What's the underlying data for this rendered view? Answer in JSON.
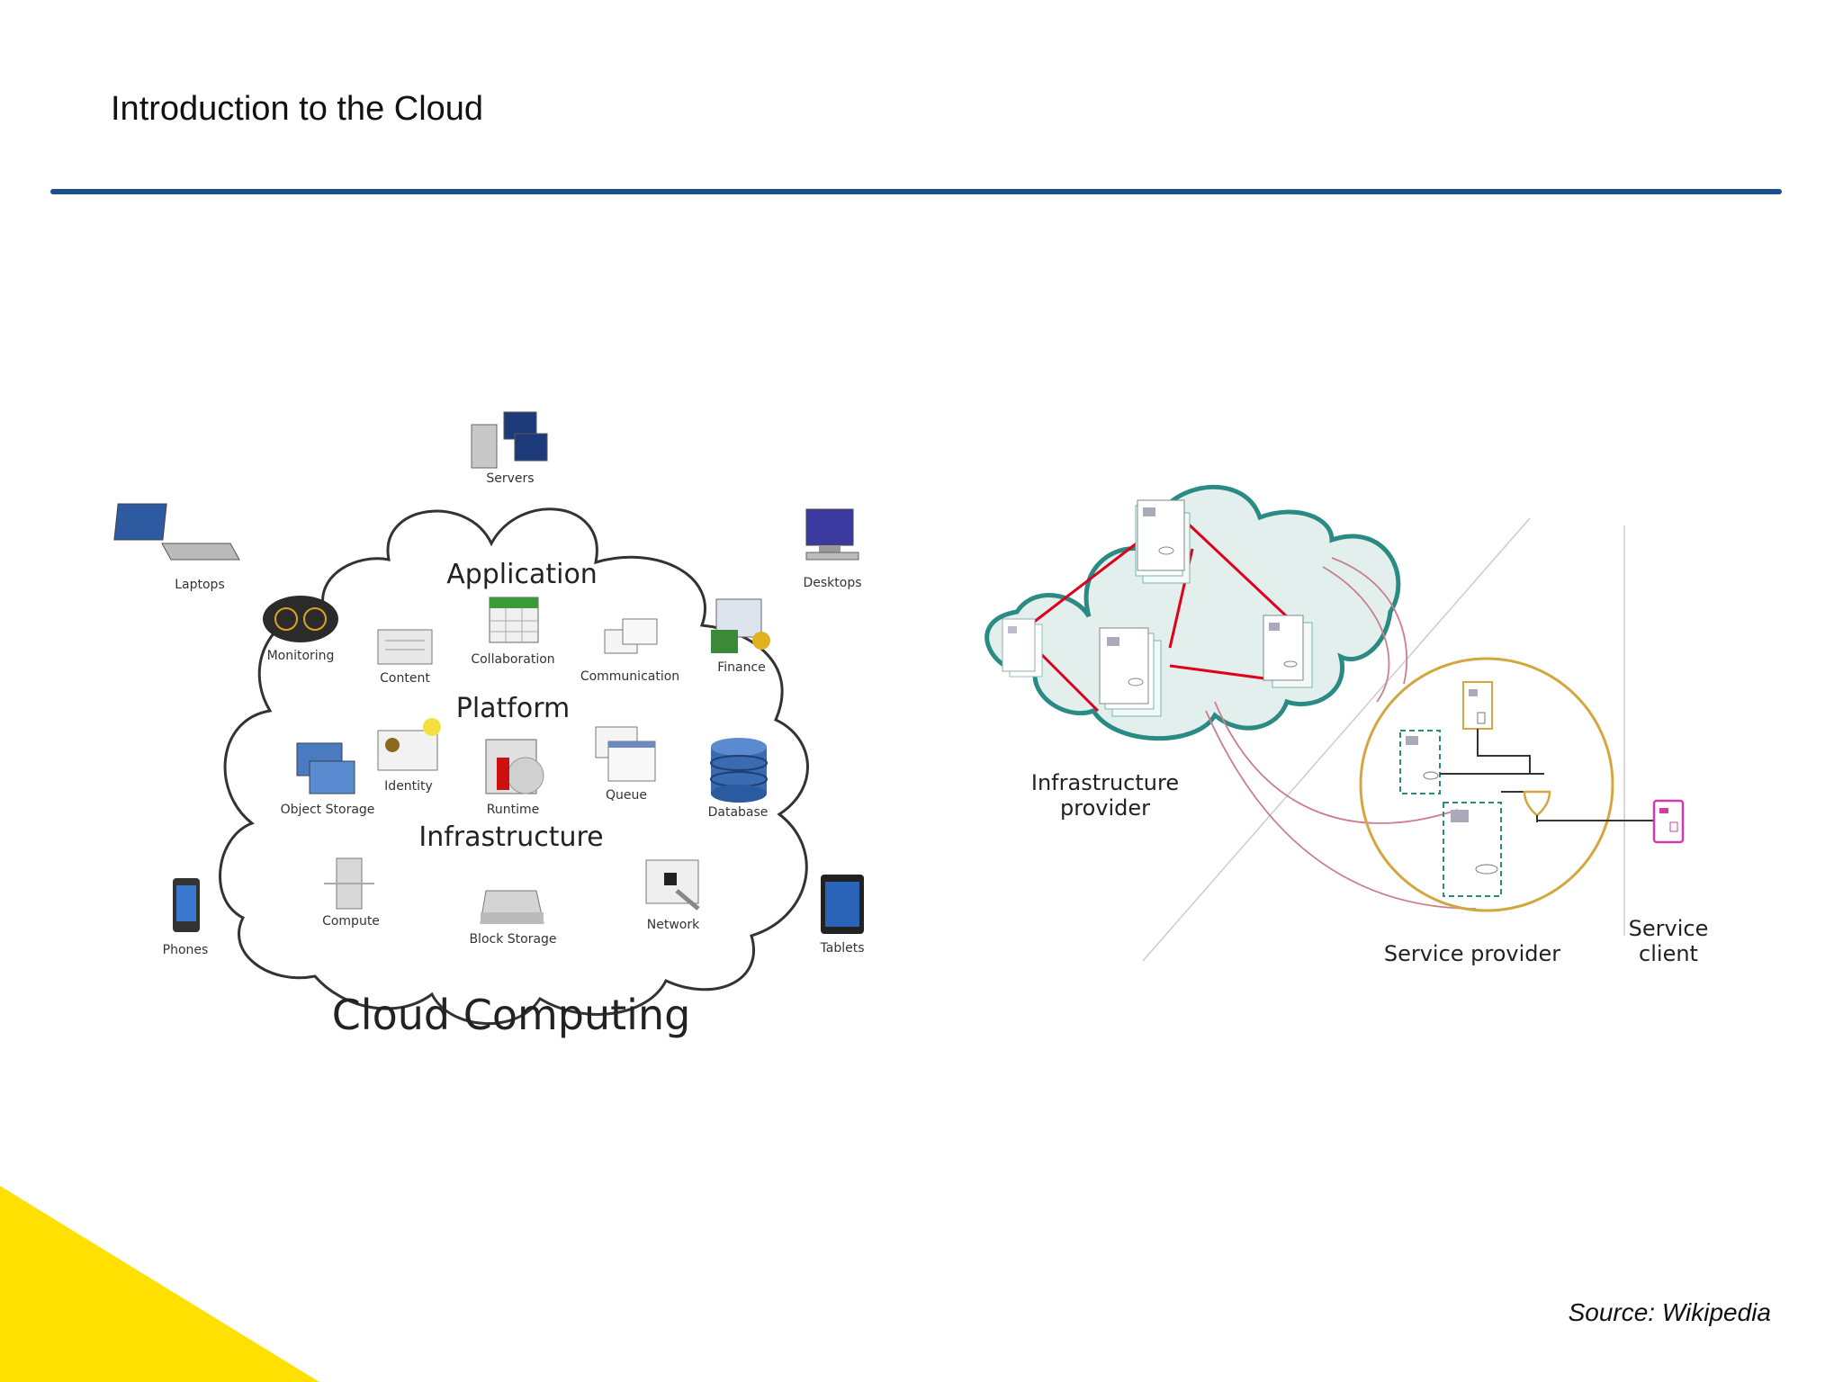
{
  "slide": {
    "title": "Introduction to the Cloud",
    "source": "Source: Wikipedia"
  },
  "colors": {
    "rule": "#1c4f8c",
    "accent_stripe": "#ffe000",
    "cloud_teal": "#2a8a84",
    "link_red": "#e0001a",
    "service_provider_ring": "#d4a640",
    "client_magenta": "#d63aa6"
  },
  "cloud_computing": {
    "caption": "Cloud Computing",
    "layers": {
      "application": "Application",
      "platform": "Platform",
      "infrastructure": "Infrastructure"
    },
    "devices": {
      "servers": "Servers",
      "laptops": "Laptops",
      "desktops": "Desktops",
      "phones": "Phones",
      "tablets": "Tablets"
    },
    "application_items": {
      "monitoring": "Monitoring",
      "content": "Content",
      "collaboration": "Collaboration",
      "communication": "Communication",
      "finance": "Finance"
    },
    "platform_items": {
      "object_storage": "Object Storage",
      "identity": "Identity",
      "runtime": "Runtime",
      "queue": "Queue",
      "database": "Database"
    },
    "infrastructure_items": {
      "compute": "Compute",
      "block_storage": "Block Storage",
      "network": "Network"
    }
  },
  "provider_diagram": {
    "infrastructure_provider": [
      "Infrastructure",
      "provider"
    ],
    "service_provider": "Service provider",
    "service_client": [
      "Service",
      "client"
    ]
  }
}
